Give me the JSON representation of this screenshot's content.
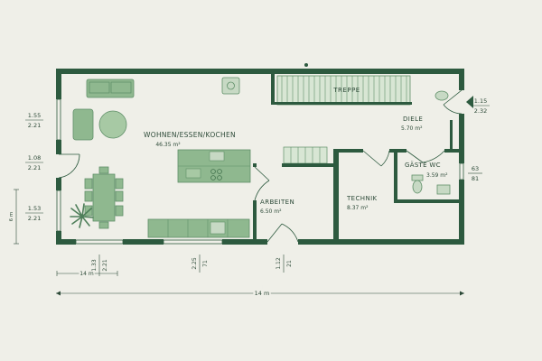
{
  "colors": {
    "background": "#efefe8",
    "wall": "#2d5a3f",
    "furniture": "#8fb88f",
    "furniture_dark": "#5f8f68",
    "text": "#2d4a38"
  },
  "rooms": {
    "living": {
      "name": "WOHNEN/ESSEN/KOCHEN",
      "area": "46.35 m²"
    },
    "hall": {
      "name": "DIELE",
      "area": "5.70 m²"
    },
    "guest_wc": {
      "name": "GÄSTE WC",
      "area": "3.59 m²"
    },
    "work": {
      "name": "ARBEITEN",
      "area": "6.50 m²"
    },
    "technik": {
      "name": "TECHNIK",
      "area": "8.37 m²"
    },
    "stairs": {
      "name": "TREPPE"
    }
  },
  "dimensions": {
    "window_left_top": {
      "top": "1.55",
      "bottom": "2.21"
    },
    "window_left_mid": {
      "top": "1.08",
      "bottom": "2.21"
    },
    "window_left_bot": {
      "top": "1.53",
      "bottom": "2.21"
    },
    "side_6m": "6 m",
    "entry_window": {
      "top": "1.15",
      "bottom": "2.32"
    },
    "wc_window": {
      "top": "63",
      "bottom": "81"
    },
    "bottom_left_width": "14 m",
    "bottom_win1": {
      "top": "1.33",
      "bottom": "2.21"
    },
    "bottom_win2": {
      "top": "2.25",
      "bottom": "71"
    },
    "bottom_win3": {
      "top": "1.12",
      "bottom": "21"
    },
    "total_width": "14 m"
  }
}
